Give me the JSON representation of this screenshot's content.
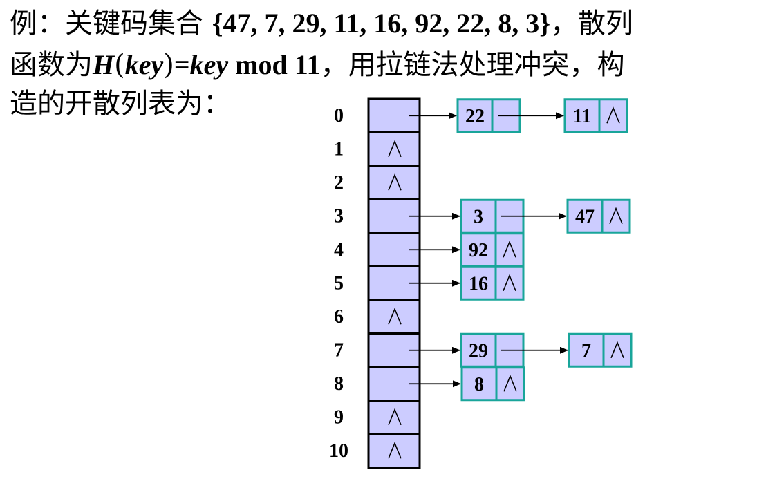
{
  "text": {
    "line1": {
      "prefix": "例：关键码集合 ",
      "set": "{47, 7, 29, 11, 16, 92, 22, 8, 3}",
      "suffix": "，散列"
    },
    "line2": {
      "prefix": "函数为",
      "h": "H",
      "lparen": "(",
      "key1": "key",
      "rparen": ")",
      "eq": "=",
      "key2": "key",
      "mod": " mod 11",
      "suffix": "，用拉链法处理冲突，构"
    },
    "line3": "造的开散列表为："
  },
  "null_symbol": "∧",
  "colors": {
    "cell_fill": "#ccccff",
    "table_border": "#000000",
    "node_border": "#19a59a",
    "arrow": "#000000"
  },
  "table": [
    {
      "index": "0",
      "chain": [
        "22",
        "11"
      ]
    },
    {
      "index": "1",
      "chain": []
    },
    {
      "index": "2",
      "chain": []
    },
    {
      "index": "3",
      "chain": [
        "3",
        "47"
      ]
    },
    {
      "index": "4",
      "chain": [
        "92"
      ]
    },
    {
      "index": "5",
      "chain": [
        "16"
      ]
    },
    {
      "index": "6",
      "chain": []
    },
    {
      "index": "7",
      "chain": [
        "29",
        "7"
      ]
    },
    {
      "index": "8",
      "chain": [
        "8"
      ]
    },
    {
      "index": "9",
      "chain": []
    },
    {
      "index": "10",
      "chain": []
    }
  ]
}
